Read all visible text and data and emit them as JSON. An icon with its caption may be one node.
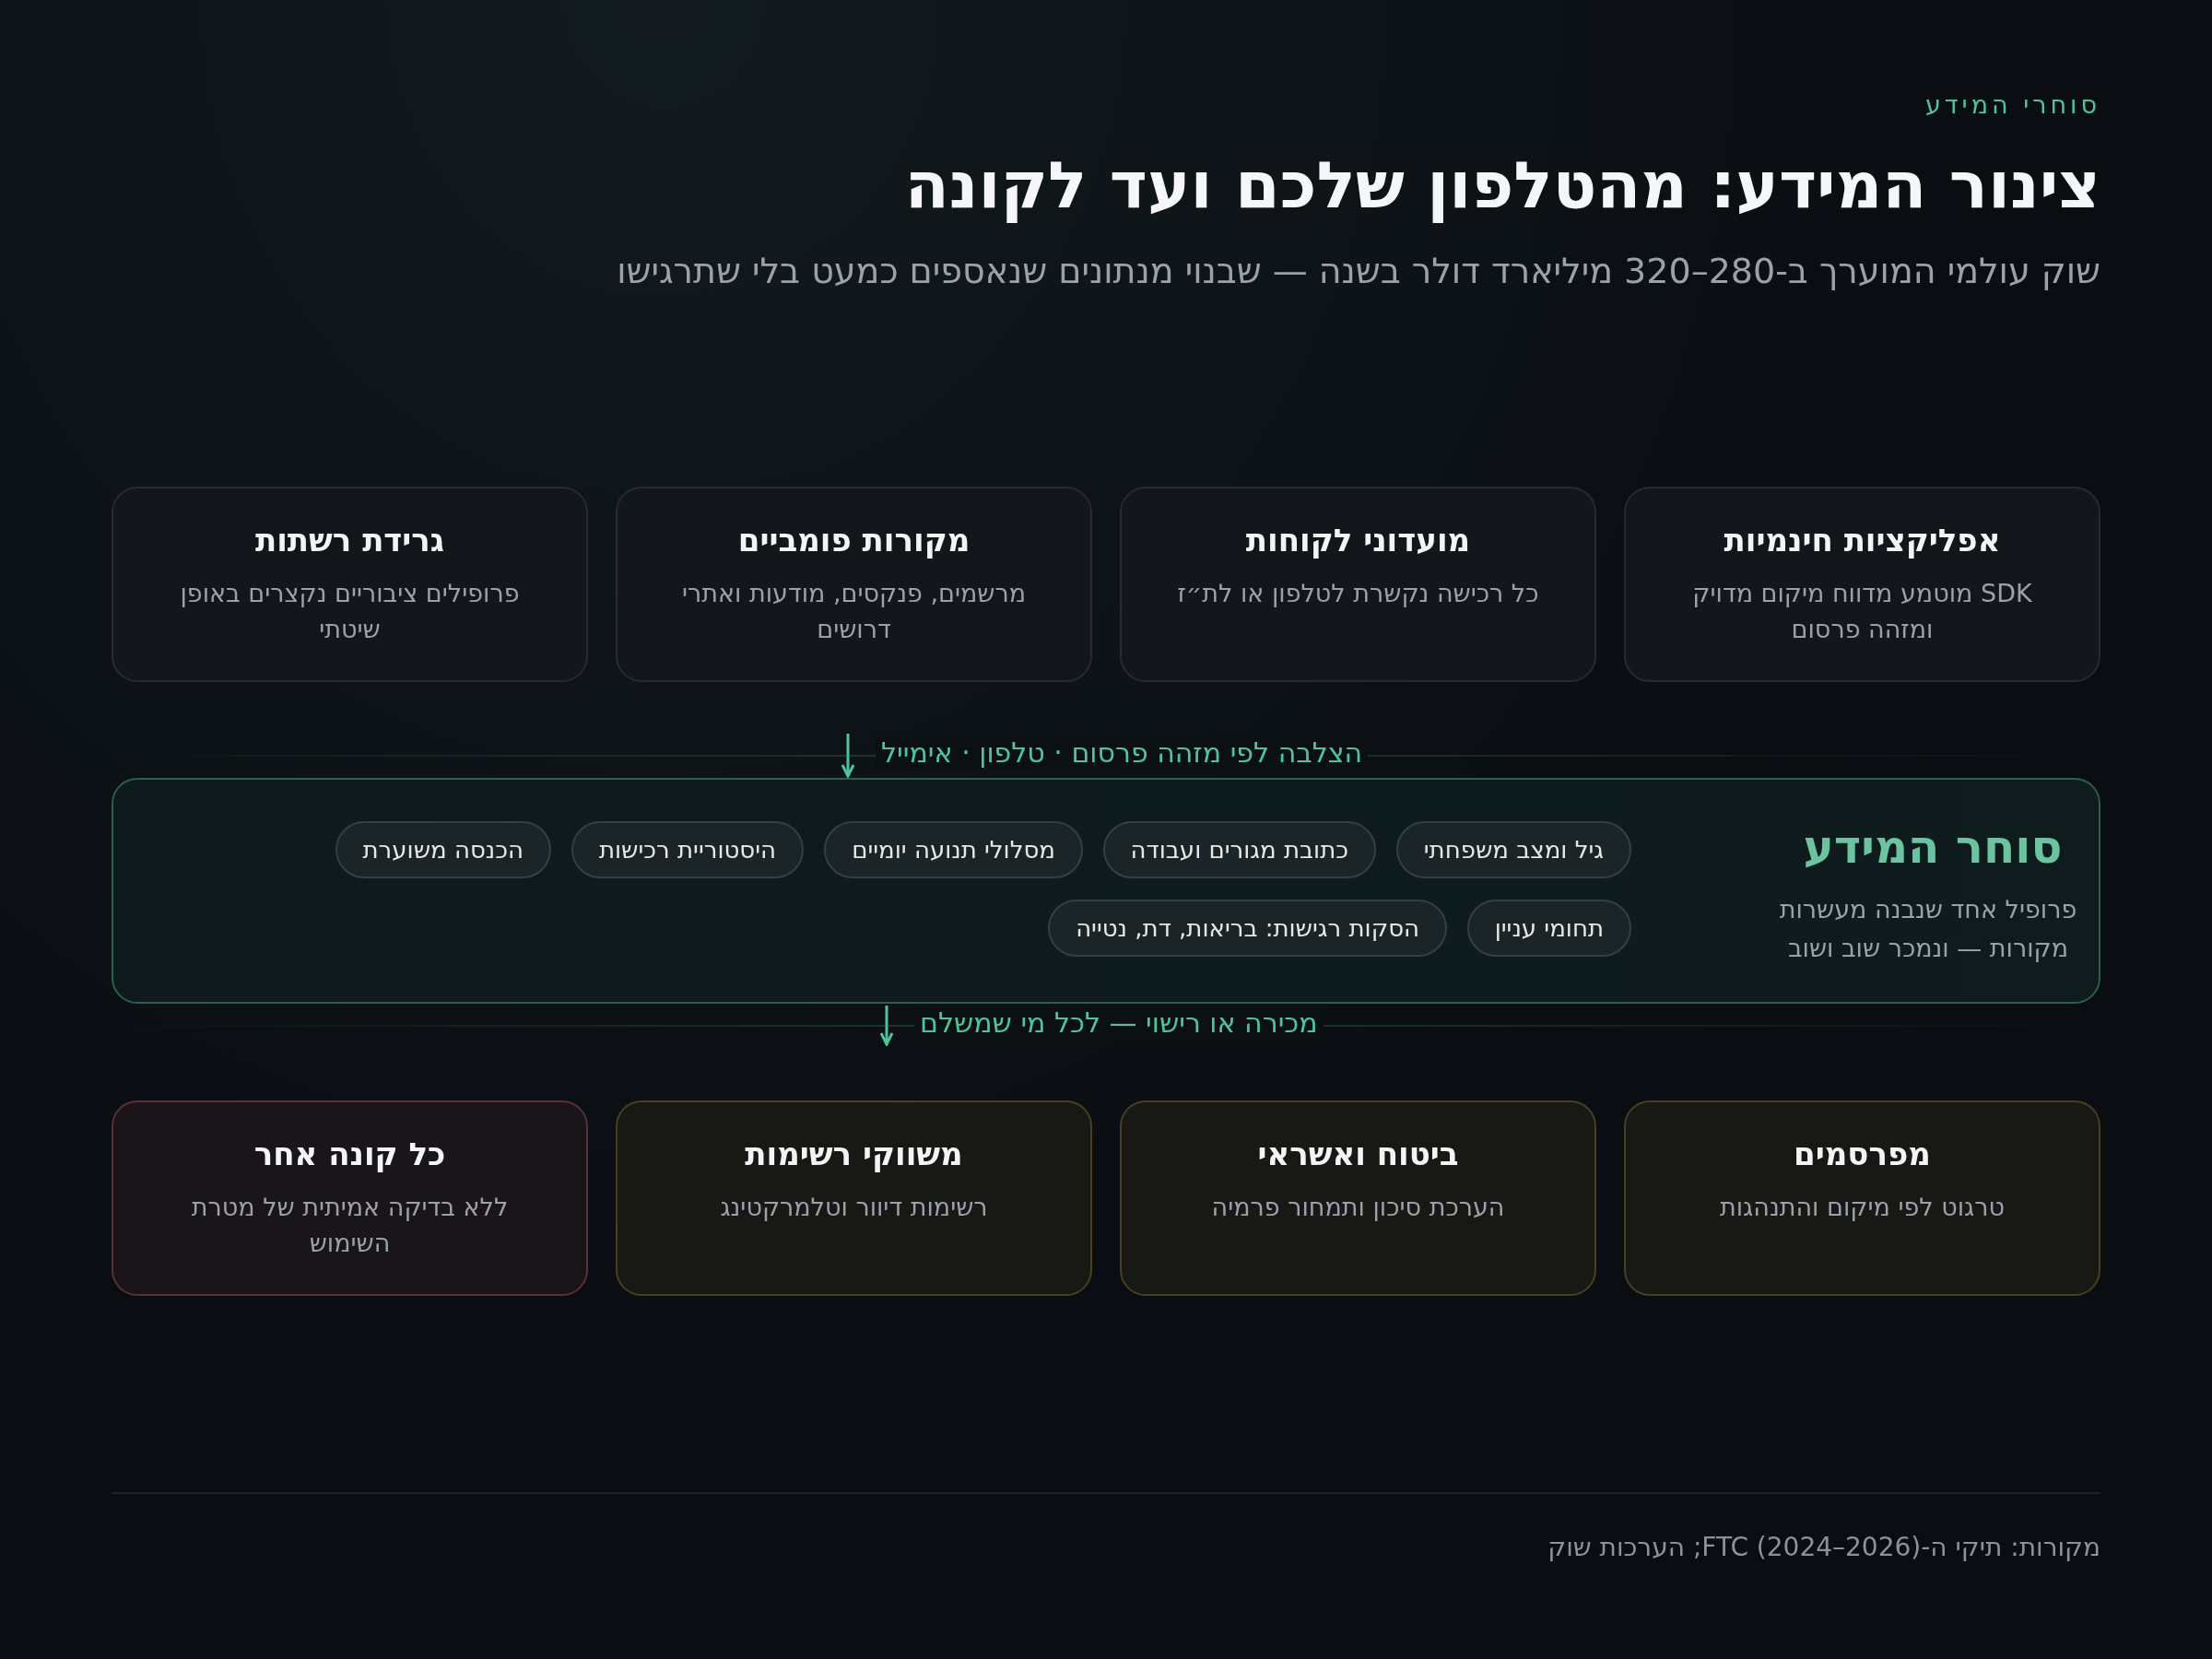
{
  "diagram": {
    "title": "צינור המידע: מהטלפון שלכם ועד לקונה",
    "nodes": [
      {
        "text": [
          "אפליקציות חינמיות",
          "SDK מוטמע מדווח מיקום מדויק ומזהה פרסום"
        ]
      },
      {
        "text": [
          "מועדוני לקוחות",
          "כל רכישה נקשרת לטלפון או לת״ז"
        ]
      },
      {
        "text": [
          "מקורות פומביים",
          "מרשמים, פנקסים, מודעות ואתרי דרושים"
        ]
      },
      {
        "text": [
          "גרידת רשתות",
          "פרופילים ציבוריים נקצרים באופן שיטתי"
        ]
      },
      {
        "text": [
          "סוחר המידע",
          "פרופיל אחד שנבנה מעשרות מקורות — ונמכר שוב ושוב"
        ]
      },
      {
        "text": [
          "גיל ומצב משפחתי"
        ],
        "in": 4
      },
      {
        "text": [
          "כתובת מגורים ועבודה"
        ],
        "in": 4
      },
      {
        "text": [
          "מסלולי תנועה יומיים"
        ],
        "in": 4
      },
      {
        "text": [
          "היסטוריית רכישות"
        ],
        "in": 4
      },
      {
        "text": [
          "הכנסה משוערת"
        ],
        "in": 4
      },
      {
        "text": [
          "תחומי עניין"
        ],
        "in": 4
      },
      {
        "text": [
          "הסקות רגישות: בריאות, דת, נטייה"
        ],
        "in": 4
      },
      {
        "text": [
          "מפרסמים",
          "טרגוט לפי מיקום והתנהגות"
        ]
      },
      {
        "text": [
          "ביטוח ואשראי",
          "הערכת סיכון ותמחור פרמיה"
        ]
      },
      {
        "text": [
          "משווקי רשימות",
          "רשימות דיוור וטלמרקטינג"
        ]
      },
      {
        "text": [
          "כל קונה אחר",
          "ללא בדיקה אמיתית של מטרת השימוש"
        ]
      }
    ],
    "edges": [
      {
        "from": null,
        "to": 4,
        "arrow": "to",
        "label": "הצלבה לפי מזהה פרסום · טלפון · אימייל"
      },
      {
        "from": 4,
        "to": null,
        "arrow": "to",
        "label": "מכירה או רישוי — לכל מי שמשלם"
      }
    ],
    "labels": [
      "סוחרי המידע",
      "שוק עולמי המוערך ב-280–320 מיליארד דולר בשנה — שבנוי מנתונים שנאספים כמעט בלי שתרגישו",
      "מקורות: תיקי ה-FTC (2024–2026); הערכות שוק"
    ]
  }
}
